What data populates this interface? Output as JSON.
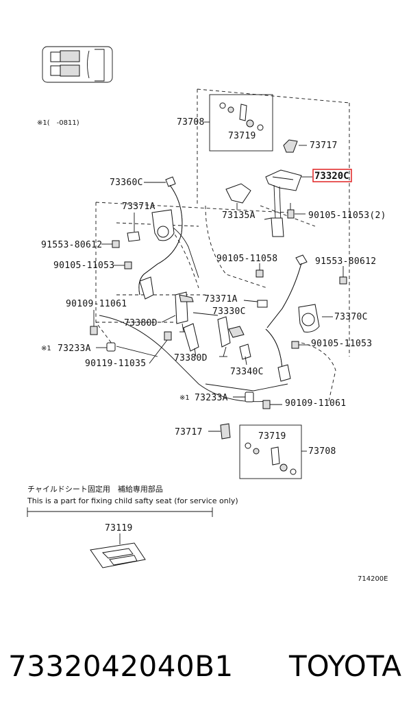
{
  "labels": {
    "l73708a": "73708",
    "l73719a": "73719",
    "l73717a": "73717",
    "l73320c": "73320C",
    "l73360c": "73360C",
    "l73135a": "73135A",
    "l90105_11053_2": "90105-11053(2)",
    "l73371a_a": "73371A",
    "l91553_80612_a": "91553-80612",
    "l90105_11053_a": "90105-11053",
    "l90105_11058": "90105-11058",
    "l91553_80612_b": "91553-80612",
    "l90109_11061_a": "90109-11061",
    "l73371a_b": "73371A",
    "l73330c": "73330C",
    "l73370c": "73370C",
    "l73380d_a": "73380D",
    "l90105_11053_b": "90105-11053",
    "l73233a_a": "73233A",
    "l90119_11035": "90119-11035",
    "l73380d_b": "73380D",
    "l73340c": "73340C",
    "l73233a_b": "73233A",
    "l90109_11061_b": "90109-11061",
    "l73717b": "73717",
    "l73719b": "73719",
    "l73708b": "73708",
    "l73119": "73119"
  },
  "marks": {
    "note_top": "※1(　-0811)",
    "ref_mark": "※1"
  },
  "child_seat_note": {
    "jp": "チャイルドシート固定用　補給専用部品",
    "en": "This is a part for fixing child safty seat (for service only)"
  },
  "figure_code": "714200E",
  "footer": {
    "part_number": "7332042040B1",
    "brand": "TOYOTA"
  },
  "colors": {
    "highlight": "#e02020"
  }
}
